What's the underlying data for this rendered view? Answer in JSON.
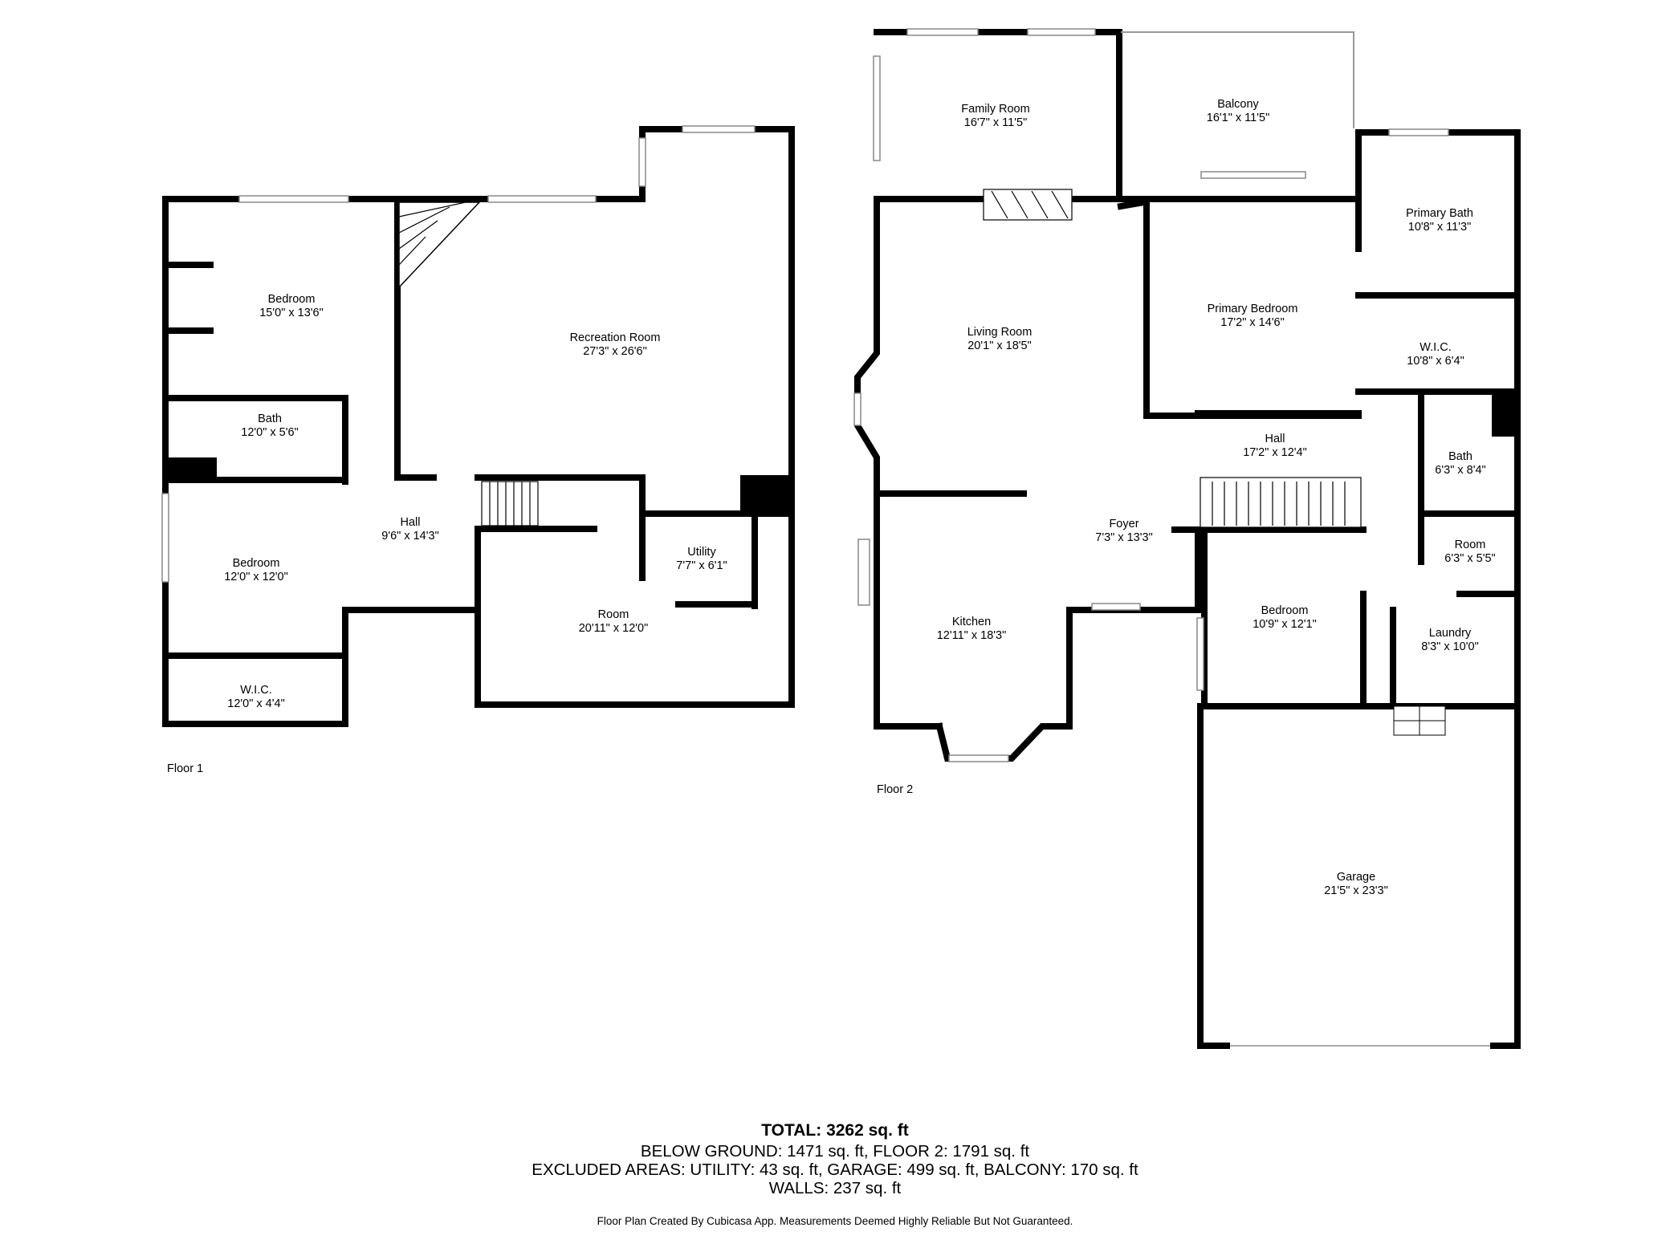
{
  "floors": [
    {
      "label": "Floor 1"
    },
    {
      "label": "Floor 2"
    }
  ],
  "rooms": {
    "f1_bedroom_a": {
      "name": "Bedroom",
      "dims": "15'0\" x 13'6\""
    },
    "f1_recreation": {
      "name": "Recreation Room",
      "dims": "27'3\" x 26'6\""
    },
    "f1_bath": {
      "name": "Bath",
      "dims": "12'0\" x 5'6\""
    },
    "f1_hall": {
      "name": "Hall",
      "dims": "9'6\" x 14'3\""
    },
    "f1_bedroom_b": {
      "name": "Bedroom",
      "dims": "12'0\" x 12'0\""
    },
    "f1_utility": {
      "name": "Utility",
      "dims": "7'7\" x 6'1\""
    },
    "f1_room": {
      "name": "Room",
      "dims": "20'11\" x 12'0\""
    },
    "f1_wic": {
      "name": "W.I.C.",
      "dims": "12'0\" x 4'4\""
    },
    "f2_family": {
      "name": "Family Room",
      "dims": "16'7\" x 11'5\""
    },
    "f2_balcony": {
      "name": "Balcony",
      "dims": "16'1\" x 11'5\""
    },
    "f2_primary_bath": {
      "name": "Primary Bath",
      "dims": "10'8\" x 11'3\""
    },
    "f2_living": {
      "name": "Living Room",
      "dims": "20'1\" x 18'5\""
    },
    "f2_primary_bedroom": {
      "name": "Primary Bedroom",
      "dims": "17'2\" x 14'6\""
    },
    "f2_wic": {
      "name": "W.I.C.",
      "dims": "10'8\" x 6'4\""
    },
    "f2_hall": {
      "name": "Hall",
      "dims": "17'2\" x 12'4\""
    },
    "f2_bath": {
      "name": "Bath",
      "dims": "6'3\" x 8'4\""
    },
    "f2_foyer": {
      "name": "Foyer",
      "dims": "7'3\" x 13'3\""
    },
    "f2_room": {
      "name": "Room",
      "dims": "6'3\" x 5'5\""
    },
    "f2_kitchen": {
      "name": "Kitchen",
      "dims": "12'11\" x 18'3\""
    },
    "f2_bedroom": {
      "name": "Bedroom",
      "dims": "10'9\" x 12'1\""
    },
    "f2_laundry": {
      "name": "Laundry",
      "dims": "8'3\" x 10'0\""
    },
    "f2_garage": {
      "name": "Garage",
      "dims": "21'5\" x 23'3\""
    }
  },
  "summary": {
    "total": "TOTAL: 3262 sq. ft",
    "line1": "BELOW GROUND: 1471 sq. ft, FLOOR 2: 1791 sq. ft",
    "line2": "EXCLUDED AREAS: UTILITY: 43 sq. ft, GARAGE: 499 sq. ft, BALCONY: 170 sq. ft",
    "line3": "WALLS: 237 sq. ft"
  },
  "disclaimer": "Floor Plan Created By Cubicasa App. Measurements Deemed Highly Reliable But Not Guaranteed.",
  "colors": {
    "wall": "#000000",
    "window": "#ffffff",
    "line": "#999999"
  }
}
